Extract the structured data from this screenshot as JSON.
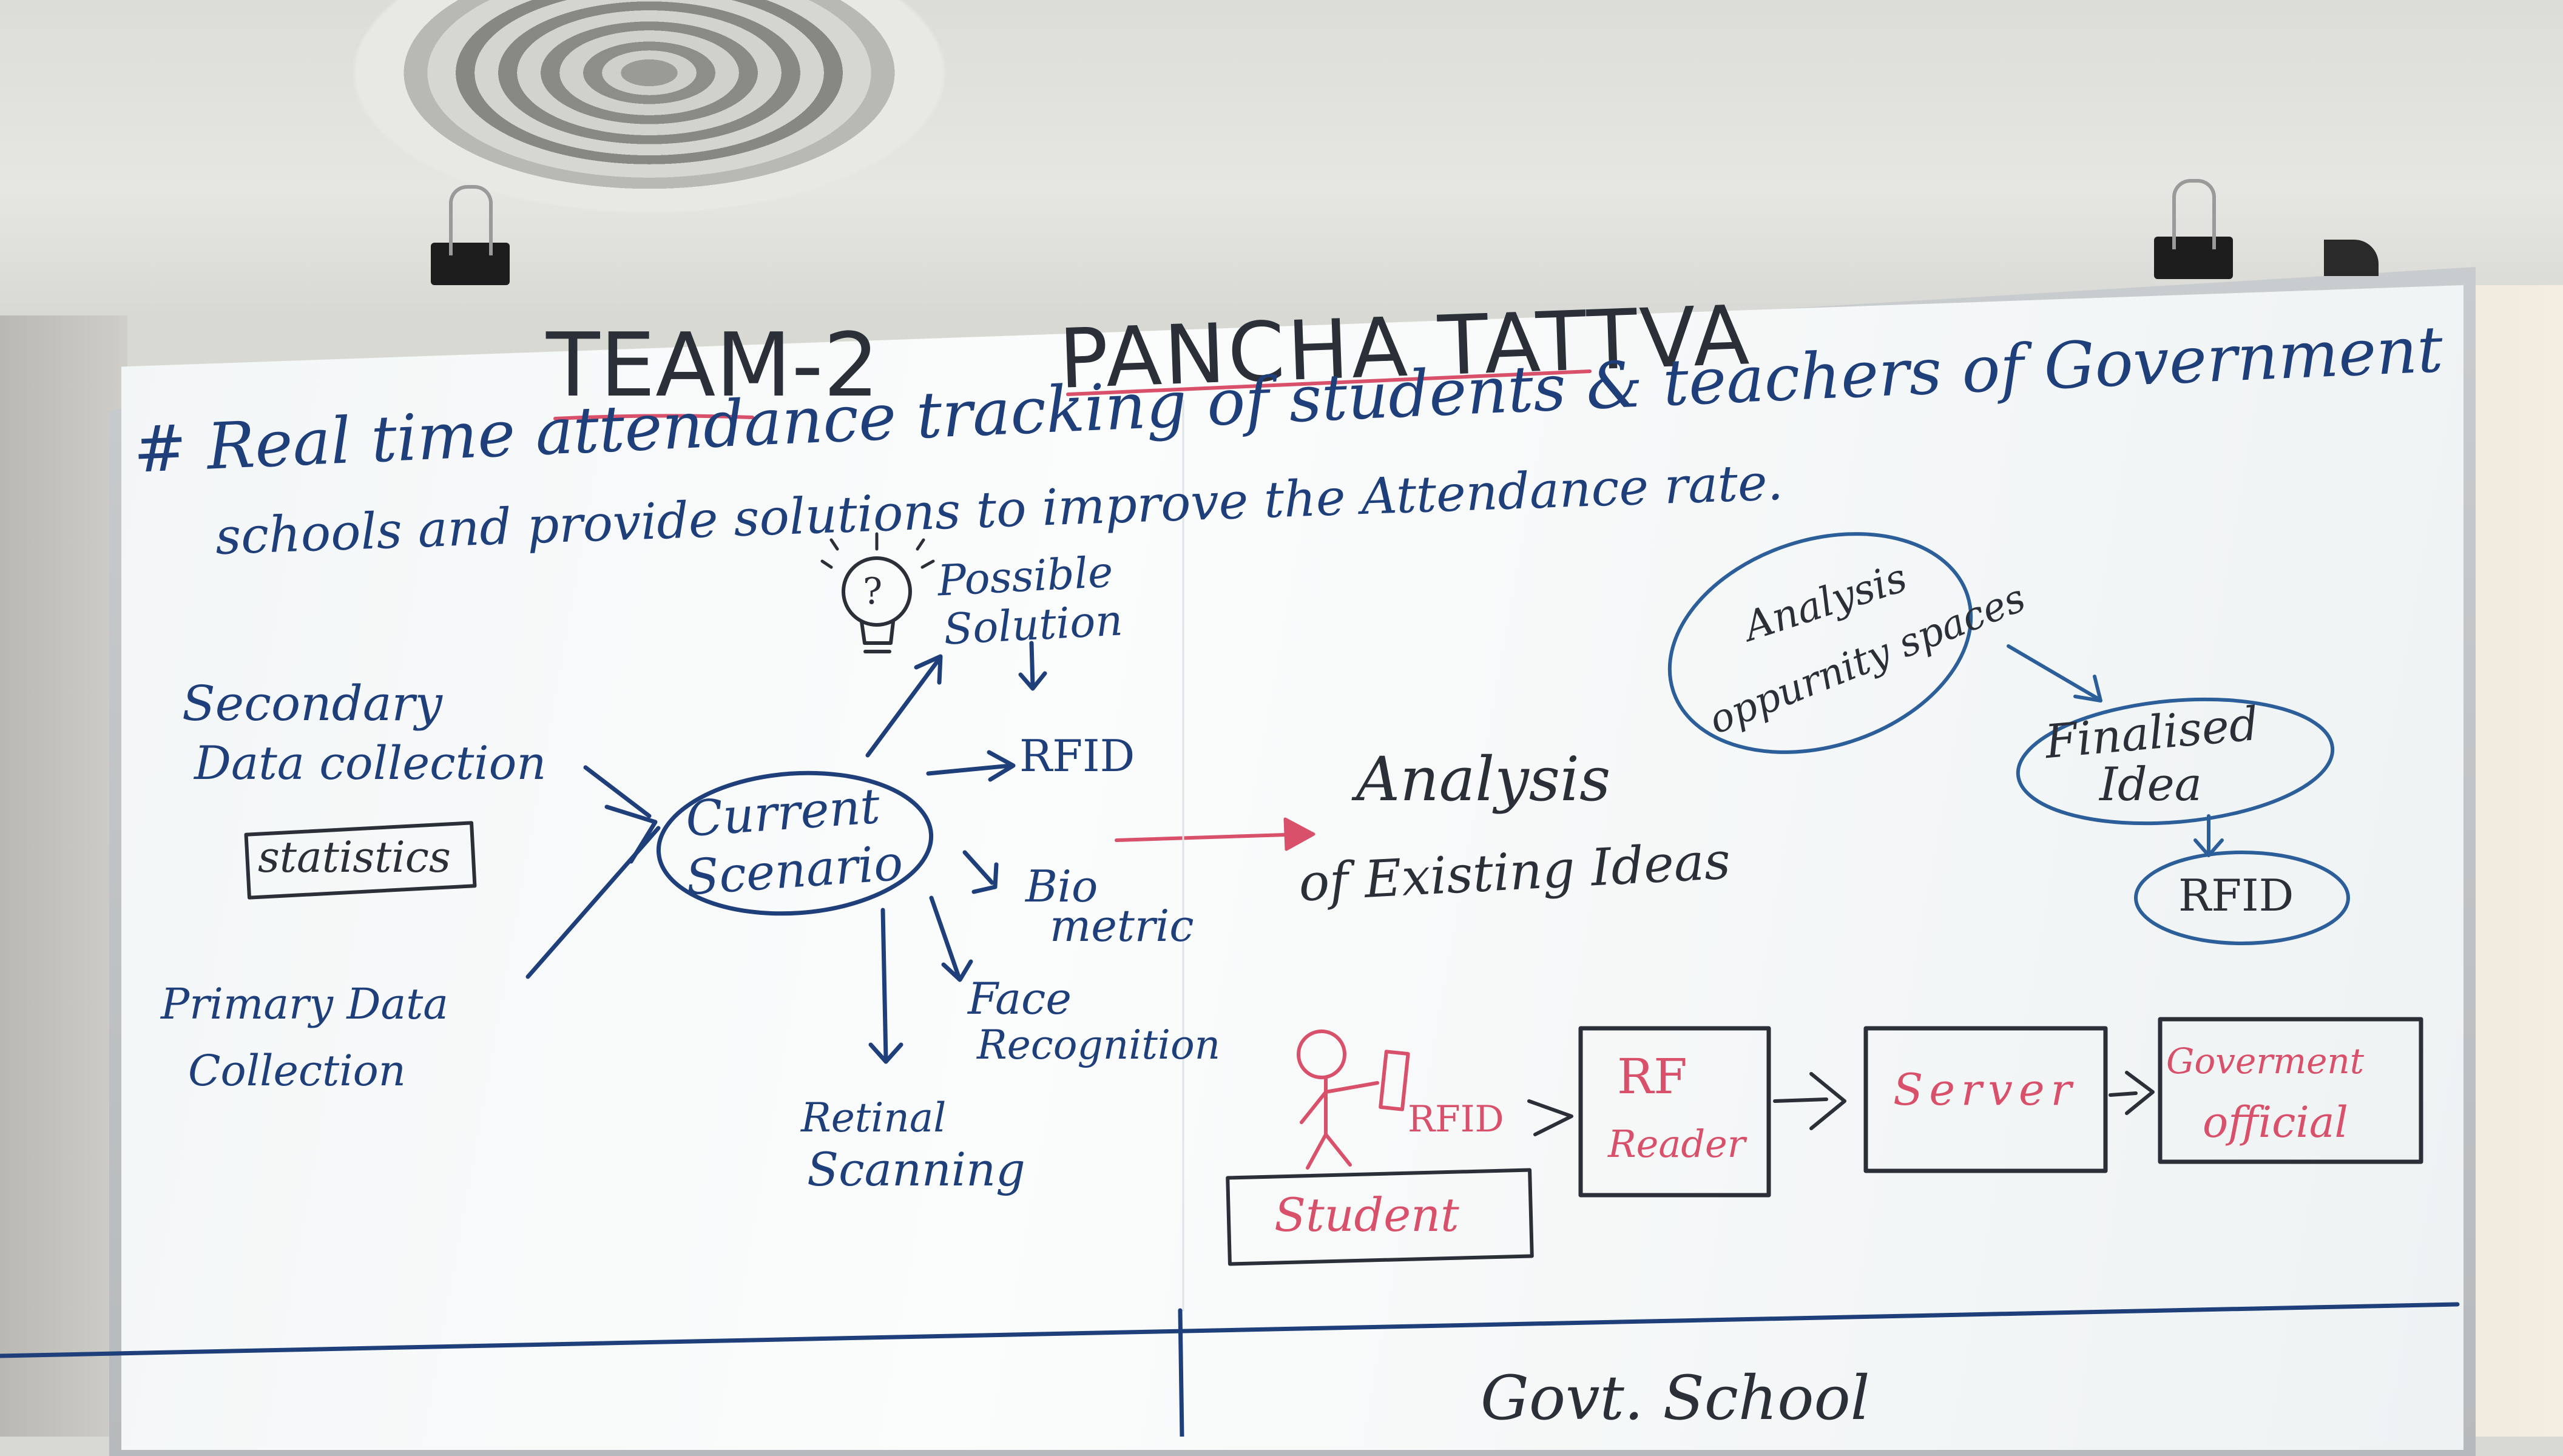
{
  "title": {
    "team": "TEAM-2",
    "project": "PANCHA TATTVA"
  },
  "problem_statement": {
    "line1": "# Real time attendance tracking of students & teachers of Government",
    "line2": "schools and provide solutions to improve the Attendance rate."
  },
  "left_diagram": {
    "secondary_line1": "Secondary",
    "secondary_line2": "Data collection",
    "statistics": "statistics",
    "primary_line1": "Primary Data",
    "primary_line2": "Collection",
    "center_line1": "Current",
    "center_line2": "Scenario",
    "possible_line1": "Possible",
    "possible_line2": "Solution",
    "option_rfid": "RFID",
    "option_bio_line1": "Bio",
    "option_bio_line2": "metric",
    "option_face_line1": "Face",
    "option_face_line2": "Recognition",
    "option_retinal_line1": "Retinal",
    "option_retinal_line2": "Scanning",
    "bulb_mark": "?"
  },
  "analysis": {
    "line1": "Analysis",
    "line2": "of Existing Ideas"
  },
  "right_diagram": {
    "opportunity_line1": "Analysis",
    "opportunity_line2": "oppurnity spaces",
    "finalised_line1": "Finalised",
    "finalised_line2": "Idea",
    "final_rfid": "RFID"
  },
  "flow": {
    "rfid": "RFID",
    "student": "Student",
    "reader_line1": "RF",
    "reader_line2": "Reader",
    "server": "Server",
    "official_line1": "Goverment",
    "official_line2": "official"
  },
  "bottom": {
    "text": "Govt. School"
  },
  "colors": {
    "blue_marker": "#1f3f7a",
    "red_marker": "#d8506a",
    "black_marker": "#2a2f38",
    "board": "#f6f8f9"
  }
}
